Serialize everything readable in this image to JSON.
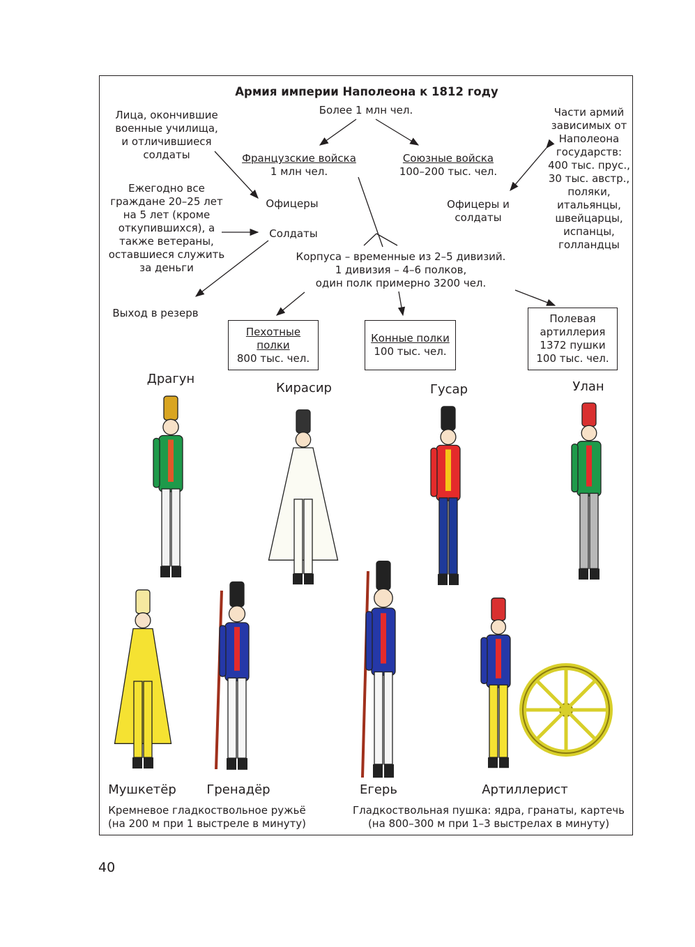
{
  "title": "Армия империи Наполеона к 1812 году",
  "total": "Более 1 млн чел.",
  "french": {
    "label": "Французские войска",
    "count": "1 млн чел."
  },
  "allied": {
    "label": "Союзные войска",
    "count": "100–200 тыс. чел."
  },
  "officers_source": [
    "Лица, окончившие",
    "военные училища,",
    "и отличившиеся",
    "солдаты"
  ],
  "soldiers_source": [
    "Ежегодно все",
    "граждане 20–25 лет",
    "на 5 лет (кроме",
    "откупившихся), а",
    "также ветераны,",
    "оставшиеся служить",
    "за деньги"
  ],
  "officers": "Офицеры",
  "soldiers": "Солдаты",
  "reserve": "Выход в резерв",
  "dependent_states": [
    "Части армий",
    "зависимых от",
    "Наполеона",
    "государств:",
    "400 тыс. прус.,",
    "30 тыс. австр.,",
    "поляки,",
    "итальянцы,",
    "швейцарцы,",
    "испанцы,",
    "голландцы"
  ],
  "officers_and_soldiers": [
    "Офицеры и",
    "солдаты"
  ],
  "corps": [
    "Корпуса – временные из 2–5 дивизий.",
    "1 дивизия – 4–6 полков,",
    "один полк примерно 3200 чел."
  ],
  "infantry": {
    "label1": "Пехотные",
    "label2": "полки",
    "count": "800 тыс. чел."
  },
  "cavalry": {
    "label": "Конные полки",
    "count": "100 тыс. чел."
  },
  "artillery": {
    "lines": [
      "Полевая",
      "артиллерия",
      "1372 пушки",
      "100 тыс. чел."
    ]
  },
  "figures": [
    {
      "name": "Драгун",
      "coat": "#1e9a4a",
      "pants": "#f2f2f2",
      "hat": "#d9a521",
      "trim": "#e0582a"
    },
    {
      "name": "Кирасир",
      "coat": "#fbfbf3",
      "pants": "#fbfbf3",
      "hat": "#333333",
      "trim": "#cccccc"
    },
    {
      "name": "Гусар",
      "coat": "#e42b2b",
      "pants": "#1e3a9a",
      "hat": "#222222",
      "trim": "#f5c518"
    },
    {
      "name": "Улан",
      "coat": "#1e9a4a",
      "pants": "#b9b9b9",
      "hat": "#d93030",
      "trim": "#e42b2b"
    },
    {
      "name": "Мушкетёр",
      "coat": "#f5e232",
      "pants": "#f5e232",
      "hat": "#f5e8a0",
      "trim": "#e04020"
    },
    {
      "name": "Гренадёр",
      "coat": "#2538a8",
      "pants": "#f6f6f6",
      "hat": "#222222",
      "trim": "#e42b2b"
    },
    {
      "name": "Егерь",
      "coat": "#2538a8",
      "pants": "#f6f6f6",
      "hat": "#222222",
      "trim": "#e42b2b"
    },
    {
      "name": "Артиллерист",
      "coat": "#2538a8",
      "pants": "#f5e232",
      "hat": "#d93030",
      "trim": "#e42b2b"
    }
  ],
  "musket_caption": [
    "Кремневое гладкоствольное ружьё",
    "(на 200 м при 1 выстреле в минуту)"
  ],
  "cannon_caption": [
    "Гладкоствольная пушка: ядра, гранаты, картечь",
    "(на 800–300 м при 1–3 выстрелах в минуту)"
  ],
  "page_number": "40"
}
